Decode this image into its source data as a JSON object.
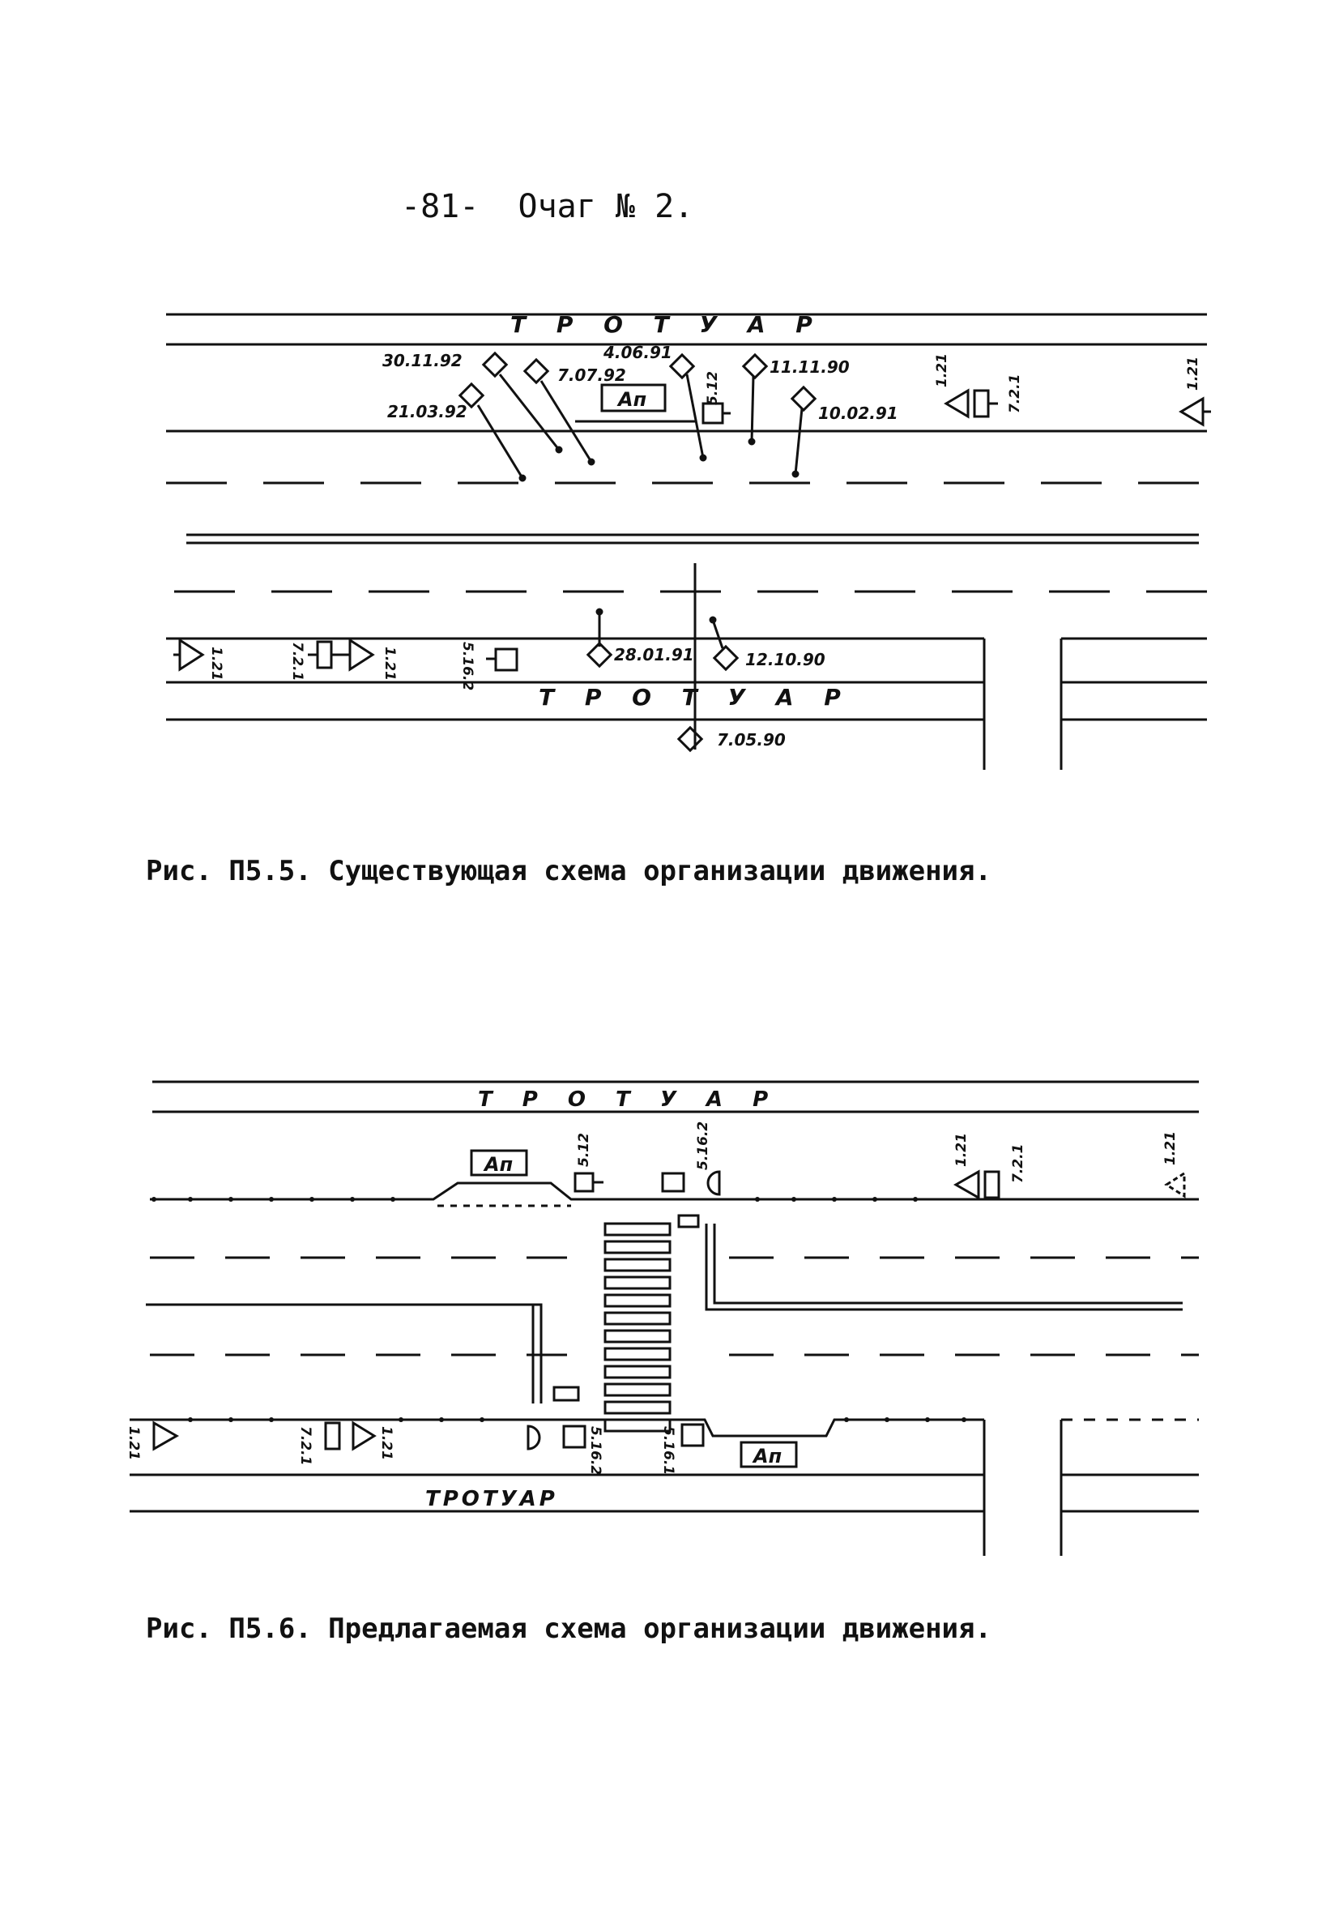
{
  "page": {
    "header": "-81-  Очаг № 2."
  },
  "figure_1": {
    "caption": "Рис. П5.5. Существующая схема организации движения.",
    "sidewalk_top": "Т Р О Т У А Р",
    "sidewalk_bottom": "Т Р О Т У А Р",
    "bus_stop": "Ап",
    "accidents": [
      "30.11.92",
      "21.03.92",
      "7.07.92",
      "4.06.91",
      "11.11.90",
      "10.02.91",
      "28.01.91",
      "12.10.90",
      "7.05.90"
    ],
    "sign_codes": [
      "5.12",
      "1.21",
      "7.2.1",
      "1.21",
      "1.21",
      "7.2.1",
      "1.21",
      "5.16.2"
    ]
  },
  "figure_2": {
    "caption": "Рис. П5.6. Предлагаемая схема организации движения.",
    "sidewalk_top": "Т Р О Т У А Р",
    "sidewalk_bottom": "ТРОТУАР",
    "bus_stop_top": "Ап",
    "bus_stop_bottom": "Ап",
    "sign_codes": [
      "5.12",
      "5.16.2",
      "1.21",
      "7.2.1",
      "1.21",
      "1.21",
      "7.2.1",
      "1.21",
      "5.16.2",
      "5.16.1"
    ]
  }
}
